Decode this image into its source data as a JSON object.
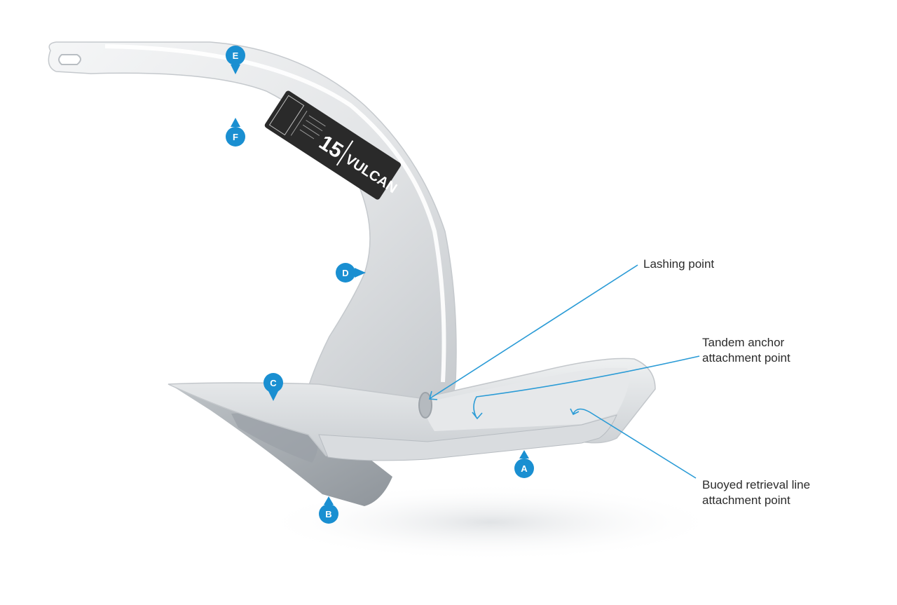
{
  "colors": {
    "accent": "#1a8fd1",
    "leader": "#2a9bd6",
    "anchor_light": "#f2f3f4",
    "anchor_mid": "#d5d8db",
    "anchor_shadow": "#a9aeb3",
    "label_bg": "#2a2a2a"
  },
  "markers": [
    {
      "letter": "A"
    },
    {
      "letter": "B"
    },
    {
      "letter": "C"
    },
    {
      "letter": "D"
    },
    {
      "letter": "E"
    },
    {
      "letter": "F"
    }
  ],
  "callouts": [
    {
      "lines": [
        "Lashing point"
      ]
    },
    {
      "lines": [
        "Tandem anchor",
        "attachment point"
      ]
    },
    {
      "lines": [
        "Buoyed retrieval line",
        "attachment point"
      ]
    }
  ],
  "decal": {
    "number": "15",
    "brand": "VULCAN"
  }
}
